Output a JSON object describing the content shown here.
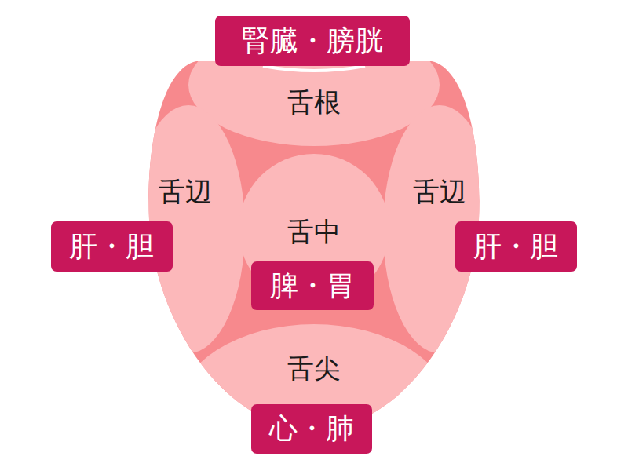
{
  "diagram": {
    "nodes": [
      {
        "text": [
          "腎臓・膀胱"
        ]
      },
      {
        "text": [
          "舌根"
        ]
      },
      {
        "text": [
          "舌辺"
        ]
      },
      {
        "text": [
          "舌辺"
        ]
      },
      {
        "text": [
          "肝・胆"
        ]
      },
      {
        "text": [
          "肝・胆"
        ]
      },
      {
        "text": [
          "舌中"
        ]
      },
      {
        "text": [
          "脾・胃"
        ]
      },
      {
        "text": [
          "舌尖"
        ]
      },
      {
        "text": [
          "心・肺"
        ]
      }
    ]
  }
}
